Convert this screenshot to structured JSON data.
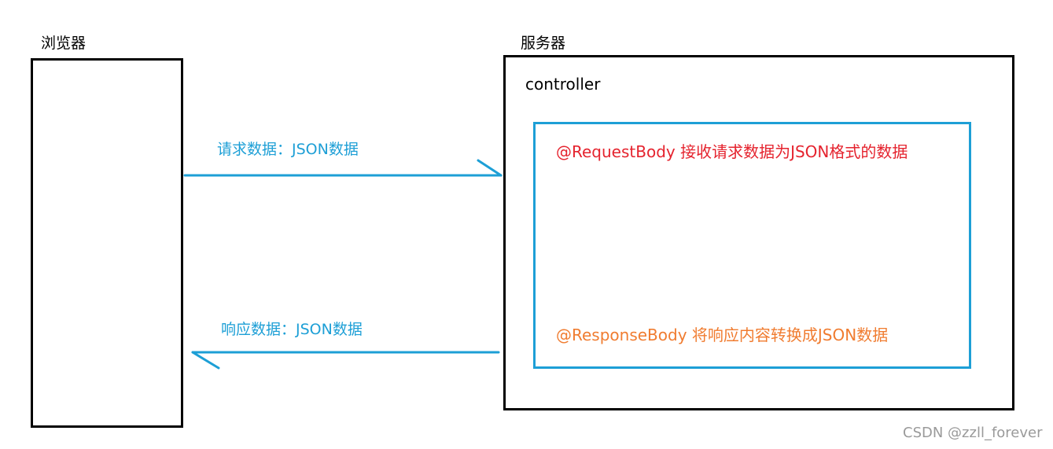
{
  "colors": {
    "arrow": "#1d9fd6",
    "flow_text": "#1d9fd6",
    "request_body": "#e5232e",
    "response_body": "#f07c30",
    "watermark": "#9a9a9a",
    "outline": "#000000"
  },
  "browser": {
    "title": "浏览器"
  },
  "server": {
    "title": "服务器",
    "controller_label": "controller",
    "request_body_note": "@RequestBody 接收请求数据为JSON格式的数据",
    "response_body_note": "@ResponseBody 将响应内容转换成JSON数据"
  },
  "flows": {
    "request_label": "请求数据：JSON数据",
    "response_label": "响应数据：JSON数据"
  },
  "watermark": {
    "text": "CSDN @zzll_forever"
  }
}
